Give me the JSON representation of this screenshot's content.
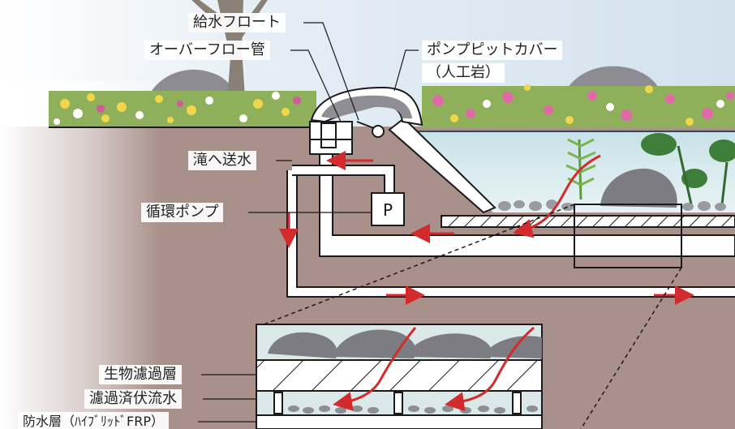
{
  "labels": {
    "water_float": "給水フロート",
    "overflow_pipe": "オーバーフロー管",
    "pump_pit_cover": "ポンプピットカバー",
    "artificial_rock": "（人工岩）",
    "to_waterfall": "滝へ送水",
    "circulation_pump": "循環ポンプ",
    "pump_symbol": "P",
    "bio_filter_layer": "生物濾過層",
    "filtered_underflow": "濾過済伏流水",
    "waterproof_layer": "防水層（ﾊｲﾌﾞﾘｯﾄﾞFRP）"
  },
  "colors": {
    "sky": "#dfe9f1",
    "soil": "#a9908a",
    "water": "#dcecee",
    "flow_arrow": "#d32b2b",
    "rock": "#8e8e94",
    "pipe": "#ffffff",
    "outline": "#1a1a1a"
  }
}
